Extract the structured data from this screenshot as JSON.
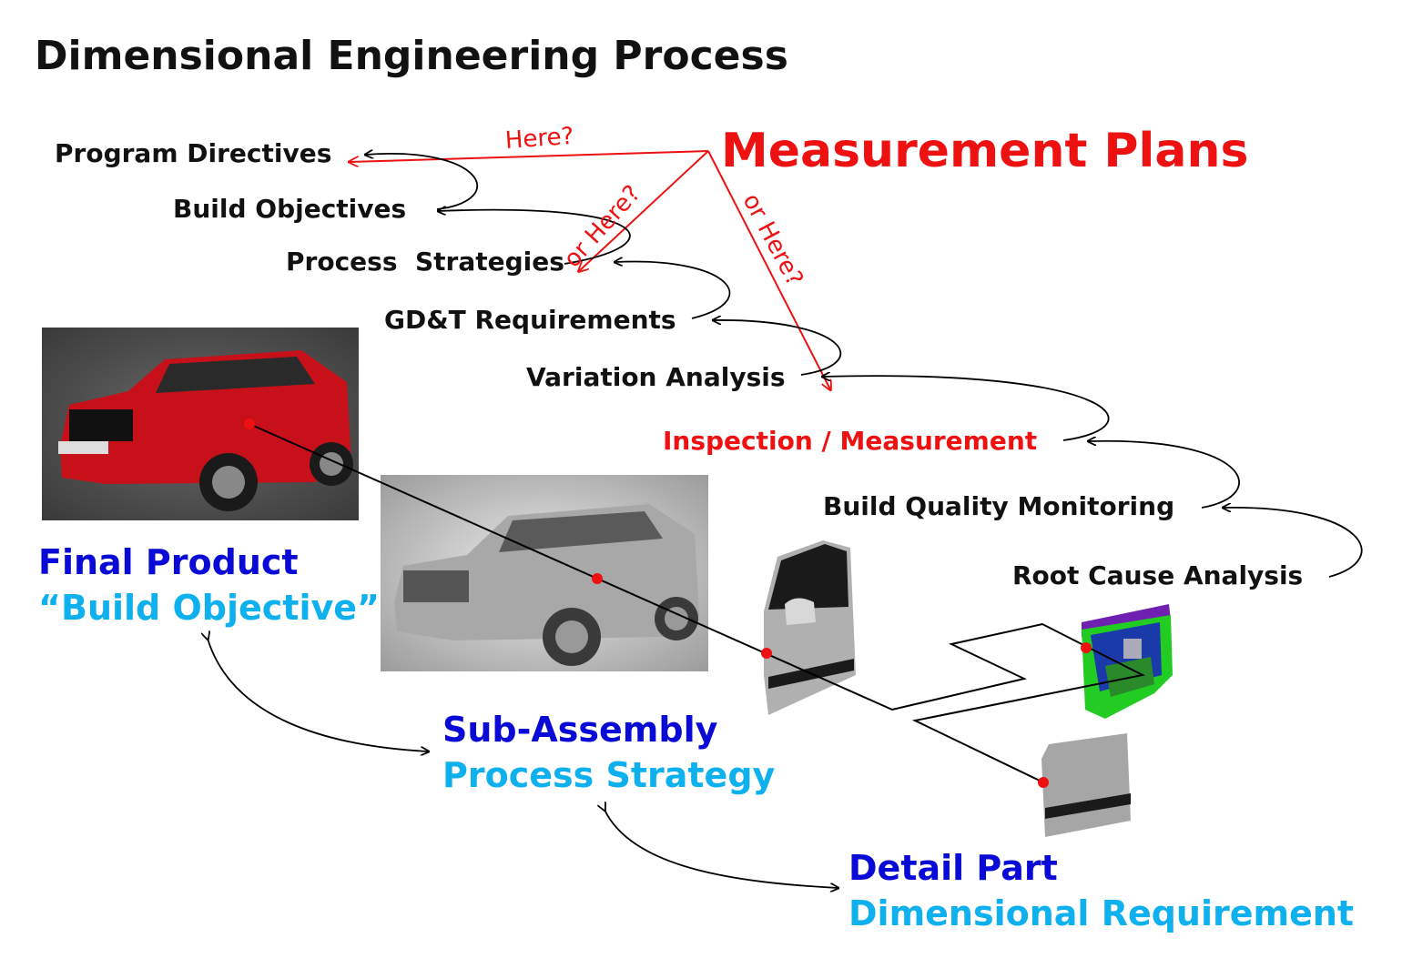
{
  "title": "Dimensional Engineering Process",
  "measurement_plans": "Measurement Plans",
  "here_labels": {
    "here": "Here?",
    "or_here_1": "or Here?",
    "or_here_2": "or Here?"
  },
  "process_steps": [
    "Program Directives",
    "Build Objectives",
    "Process  Strategies",
    "GD&T Requirements",
    "Variation Analysis",
    "Inspection / Measurement",
    "Build Quality Monitoring",
    "Root Cause Analysis"
  ],
  "hierarchy": {
    "final_product": {
      "main": "Final Product",
      "sub": "“Build Objective”"
    },
    "sub_assembly": {
      "main": "Sub-Assembly",
      "sub": "Process Strategy"
    },
    "detail_part": {
      "main": "Detail Part",
      "sub": "Dimensional Requirement"
    }
  },
  "colors": {
    "accent_red": "#ee1111",
    "hierarchy_blue": "#0a0ad6",
    "hierarchy_cyan": "#0fb0ee",
    "car_red": "#c8101a"
  },
  "icons": [
    "red-suv-image",
    "gray-suv-image",
    "door-assembly-image",
    "door-inner-colored-image",
    "door-panel-image"
  ]
}
